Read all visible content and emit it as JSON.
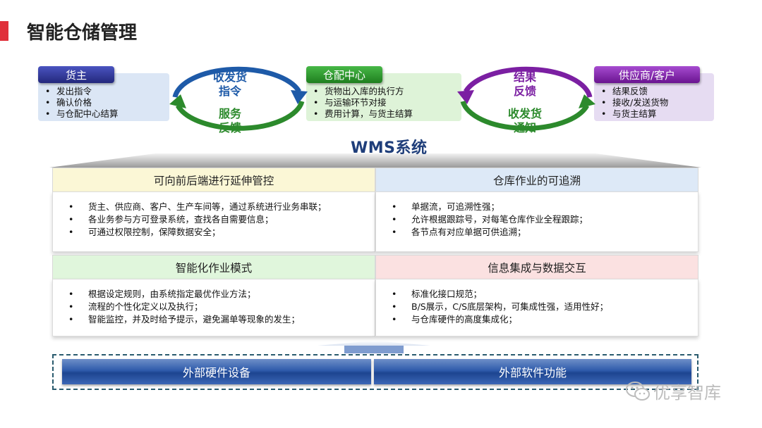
{
  "header": {
    "title": "智能仓储管理"
  },
  "roles": [
    {
      "name": "货主",
      "items": [
        "发出指令",
        "确认价格",
        "与仓配中心结算"
      ]
    },
    {
      "name": "仓配中心",
      "items": [
        "货物出入库的执行方",
        "与运输环节对接",
        "费用计算，与货主结算"
      ]
    },
    {
      "name": "供应商/客户",
      "items": [
        "结果反馈",
        "接收/发送货物",
        "与货主结算"
      ]
    }
  ],
  "cycles": {
    "left_top": "收发货\n指令",
    "left_bottom": "服务\n反馈",
    "right_top": "结果\n反馈",
    "right_bottom": "收发货\n通知"
  },
  "system": {
    "name": "WMS系统"
  },
  "panels": [
    {
      "title": "可向前后端进行延伸管控",
      "items": [
        "货主、供应商、客户、生产车间等，通过系统进行业务串联；",
        "各业务参与方可登录系统，查找各自需要信息；",
        "可通过权限控制，保障数据安全；"
      ]
    },
    {
      "title": "仓库作业的可追溯",
      "items": [
        "单据流，可追溯性强；",
        "允许根据跟踪号，对每笔仓库作业全程跟踪；",
        "各节点有对应单据可供追溯；"
      ]
    },
    {
      "title": "智能化作业模式",
      "items": [
        "根据设定规则，由系统指定最优作业方法；",
        "流程的个性化定义以及执行；",
        "智能监控，并及时给予提示，避免漏单等现象的发生；"
      ]
    },
    {
      "title": "信息集成与数据交互",
      "items": [
        "标准化接口规范；",
        "B/S展示，C/S底层架构，可集成性强，适用性好；",
        "与仓库硬件的高度集成化；"
      ]
    }
  ],
  "bottom": {
    "hardware": "外部硬件设备",
    "software": "外部软件功能"
  },
  "watermark": {
    "text": "优享智库",
    "icon": "wechat-icon"
  },
  "colors": {
    "accent_red": "#e0303a",
    "owner_tab": "#2b2f8f",
    "center_tab": "#2e9b2e",
    "supplier_tab": "#8a1cb0",
    "left_cycle_blue": "#1e5aa8",
    "left_cycle_green": "#2c8a2c",
    "right_cycle_purple": "#7b1fa2",
    "right_cycle_green": "#2c8a2c"
  }
}
